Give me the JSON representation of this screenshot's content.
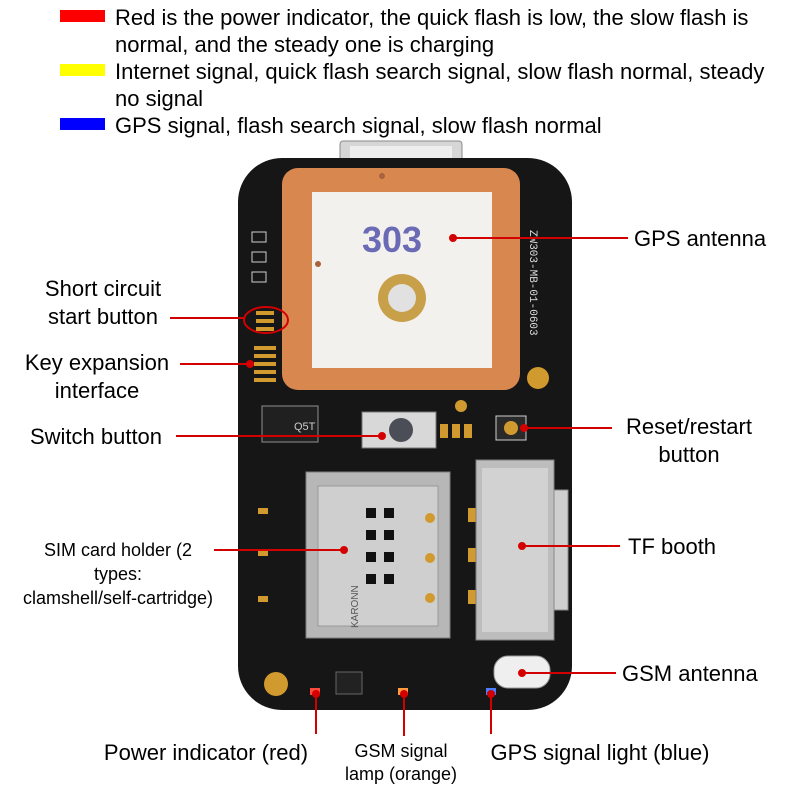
{
  "legend": [
    {
      "color": "#ff0000",
      "text": "Red is the power indicator, the quick flash is low, the slow flash is normal, and the steady one is charging"
    },
    {
      "color": "#ffff00",
      "text": "Internet signal, quick flash search signal, slow flash normal, steady no signal"
    },
    {
      "color": "#0000ff",
      "text": "GPS signal, flash search signal, slow flash normal"
    }
  ],
  "board": {
    "antenna_code": "303",
    "pcb_code": "ZW303-MB-01-0603",
    "sim_brand": "KARONN",
    "chip_marking": "Q5T"
  },
  "labels": {
    "gps_antenna": "GPS antenna",
    "short_circuit_1": "Short circuit",
    "short_circuit_2": "start button",
    "key_expansion_1": "Key expansion",
    "key_expansion_2": "interface",
    "switch_button": "Switch button",
    "reset_1": "Reset/restart",
    "reset_2": "button",
    "sim_1": "SIM card holder (2",
    "sim_2": "types:",
    "sim_3": "clamshell/self-cartridge)",
    "tf_booth": "TF booth",
    "gsm_antenna": "GSM antenna",
    "power_indicator": "Power indicator (red)",
    "gsm_lamp_1": "GSM signal",
    "gsm_lamp_2": "lamp (orange)",
    "gps_light": "GPS signal light (blue)"
  },
  "colors": {
    "pcb": "#161616",
    "antenna_frame": "#d8874f",
    "antenna_face": "#f3f1ee",
    "antenna_text": "#6b6bb5",
    "gold": "#d09a2e",
    "metal": "#c9c9c9",
    "leader": "#d40000"
  }
}
